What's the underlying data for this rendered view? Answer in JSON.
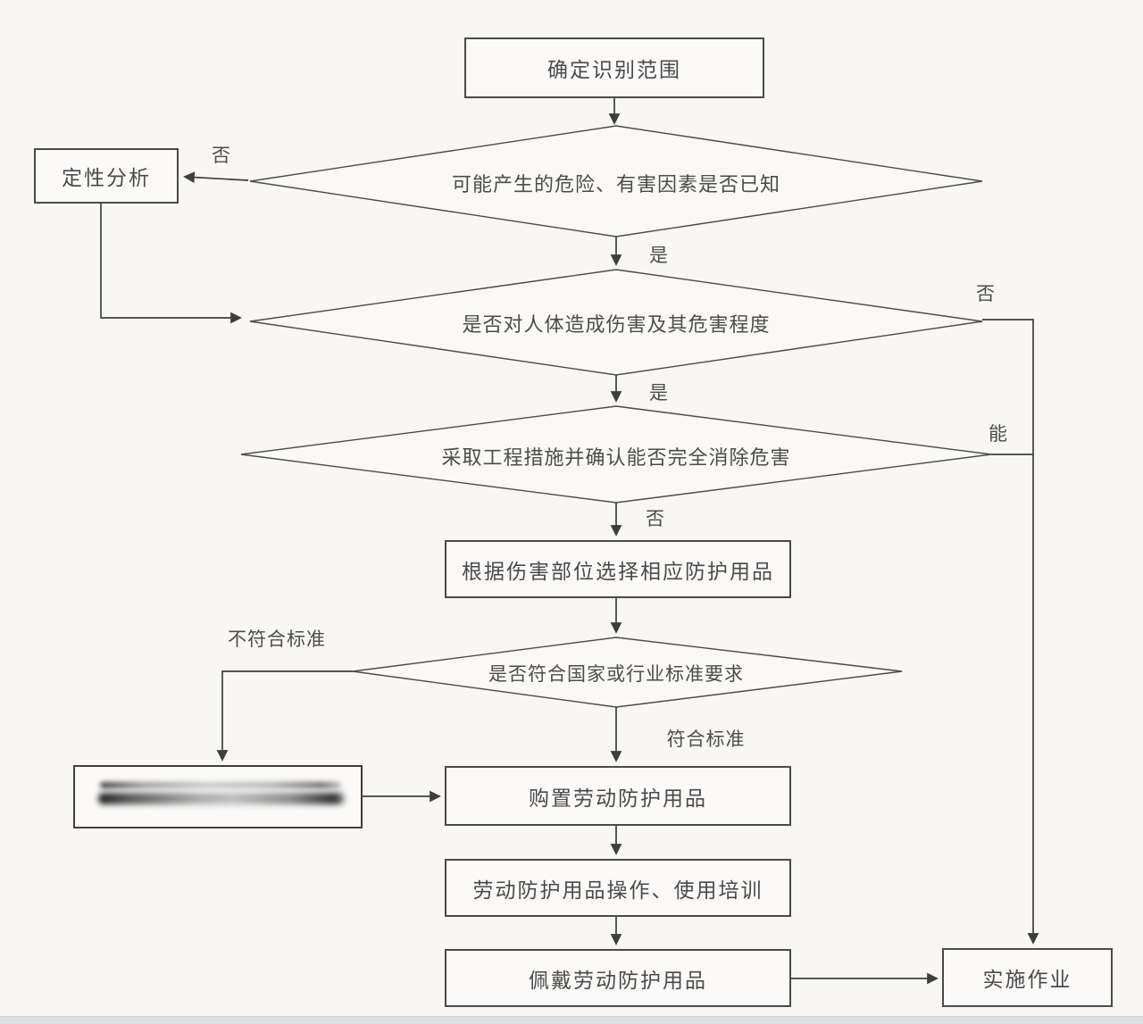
{
  "page": {
    "background": "#f8f7f4",
    "bottom_strip_color": "#dde0e4",
    "line_color": "#3e3e3e",
    "text_color": "#4a4a4a",
    "box_fill": "#fbfaf8"
  },
  "nodes": {
    "start": {
      "type": "process",
      "label": "确定识别范围"
    },
    "decision_known": {
      "type": "decision",
      "label": "可能产生的危险、有害因素是否已知"
    },
    "qualitative_analysis": {
      "type": "process",
      "label": "定性分析"
    },
    "decision_harm": {
      "type": "decision",
      "label": "是否对人体造成伤害及其危害程度"
    },
    "decision_eliminate": {
      "type": "decision",
      "label": "采取工程措施并确认能否完全消除危害"
    },
    "select_ppe": {
      "type": "process",
      "label": "根据伤害部位选择相应防护用品"
    },
    "decision_standard": {
      "type": "decision",
      "label": "是否符合国家或行业标准要求"
    },
    "redacted": {
      "type": "process",
      "label": ""
    },
    "purchase_ppe": {
      "type": "process",
      "label": "购置劳动防护用品"
    },
    "training": {
      "type": "process",
      "label": "劳动防护用品操作、使用培训"
    },
    "wear_ppe": {
      "type": "process",
      "label": "佩戴劳动防护用品"
    },
    "implement_work": {
      "type": "process",
      "label": "实施作业"
    }
  },
  "edge_labels": {
    "known_no": "否",
    "known_yes": "是",
    "harm_no": "否",
    "harm_yes": "是",
    "eliminate_can": "能",
    "eliminate_no": "否",
    "standard_not_met": "不符合标准",
    "standard_met": "符合标准"
  }
}
